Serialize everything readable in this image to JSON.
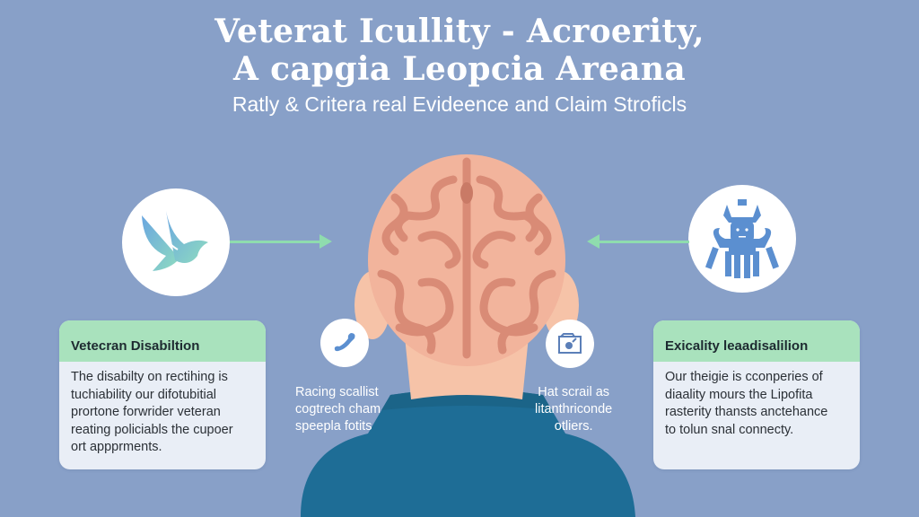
{
  "header": {
    "title_line1": "Veterat Icullity - Acroerity,",
    "title_line2": "A capgia Leopcia Areana",
    "subtitle": "Ratly & Critera real Evideence and Claim Stroficls"
  },
  "colors": {
    "background": "#88a0c8",
    "card_header": "#a9e2bd",
    "card_body": "#e9eef6",
    "arrow": "#8fdcae",
    "icon_blue": "#5b8fd0",
    "skin": "#f2b49c",
    "brain_fold": "#d98b76",
    "shirt": "#1e6d96"
  },
  "left_icon": {
    "icon": "dove-icon"
  },
  "right_icon": {
    "icon": "horned-figure-icon"
  },
  "left_card": {
    "title": "Vetecran Disabiltion",
    "lines": [
      "The disabilty on rectihing is",
      "tuchiability our difotubitial",
      "prortone forwrider veteran",
      "reating policiabls the cupoer",
      "ort appprments."
    ]
  },
  "right_card": {
    "title": "Exicality leaadisalilion",
    "lines": [
      "Our theigie is cconperies of",
      "diaality mours the Lipofita",
      "rasterity thansts anctehance",
      "to tolun snal connecty."
    ]
  },
  "left_caption": {
    "icon": "phone-handset-icon",
    "lines": [
      "Racing scallist",
      "cogtrech cham",
      "speepla fotits"
    ]
  },
  "right_caption": {
    "icon": "camera-frame-icon",
    "lines": [
      "Hat scrail as",
      "litanthriconde",
      "otliers."
    ]
  },
  "center_figure": {
    "icon": "brain-head-icon"
  }
}
